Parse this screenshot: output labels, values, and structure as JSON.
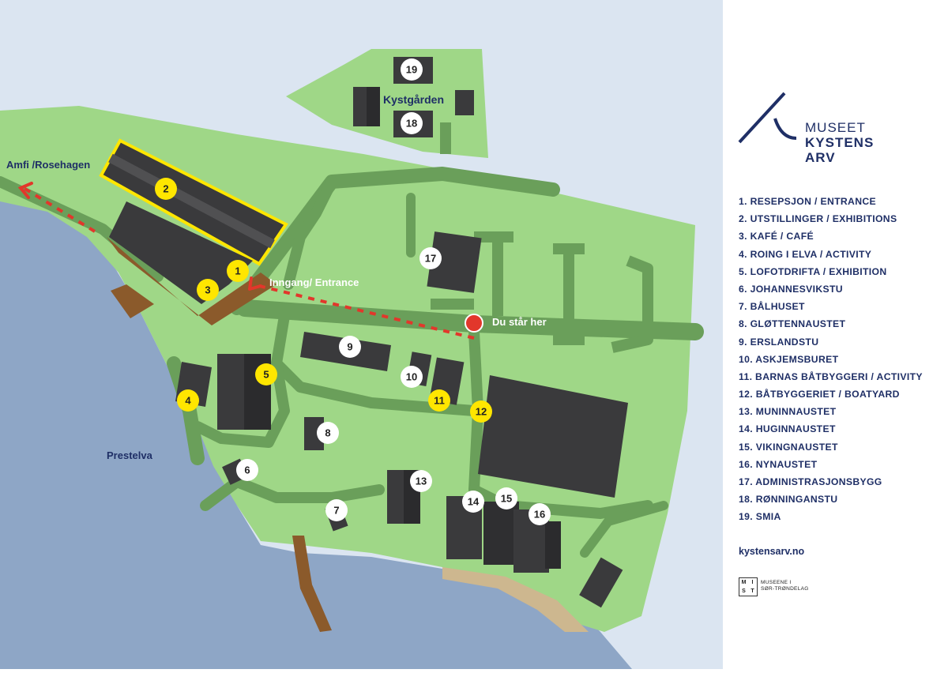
{
  "map": {
    "area_labels": {
      "kystgarden": "Kystgården",
      "amfi": "Amfi /Rosehagen",
      "entrance": "Inngang/ Entrance",
      "you_are_here": "Du står her",
      "river": "Prestelva"
    },
    "markers": [
      {
        "id": "1",
        "label": "1",
        "style": "yellow"
      },
      {
        "id": "2",
        "label": "2",
        "style": "yellow"
      },
      {
        "id": "3",
        "label": "3",
        "style": "yellow"
      },
      {
        "id": "4",
        "label": "4",
        "style": "yellow"
      },
      {
        "id": "5",
        "label": "5",
        "style": "yellow"
      },
      {
        "id": "6",
        "label": "6",
        "style": "white"
      },
      {
        "id": "7",
        "label": "7",
        "style": "white"
      },
      {
        "id": "8",
        "label": "8",
        "style": "white"
      },
      {
        "id": "9",
        "label": "9",
        "style": "white"
      },
      {
        "id": "10",
        "label": "10",
        "style": "white"
      },
      {
        "id": "11",
        "label": "11",
        "style": "yellow"
      },
      {
        "id": "12",
        "label": "12",
        "style": "yellow"
      },
      {
        "id": "13",
        "label": "13",
        "style": "white"
      },
      {
        "id": "14",
        "label": "14",
        "style": "white"
      },
      {
        "id": "15",
        "label": "15",
        "style": "white"
      },
      {
        "id": "16",
        "label": "16",
        "style": "white"
      },
      {
        "id": "17",
        "label": "17",
        "style": "white"
      },
      {
        "id": "18",
        "label": "18",
        "style": "white"
      },
      {
        "id": "19",
        "label": "19",
        "style": "white"
      }
    ],
    "colors": {
      "water_light": "#dbe5f1",
      "water_dark": "#8ea6c6",
      "grass": "#9fd787",
      "path": "#6a9f5a",
      "building": "#3a3a3c",
      "wood": "#8b5a2b",
      "highlight": "#ffe600",
      "route": "#e2372b",
      "text_navy": "#1f2f66"
    }
  },
  "panel": {
    "logo": {
      "line1": "MUSEET",
      "line2": "KYSTENS",
      "line3": "ARV"
    },
    "legend": [
      "1. RESEPSJON / ENTRANCE",
      "2. UTSTILLINGER / EXHIBITIONS",
      "3. KAFÉ / CAFÉ",
      "4. ROING I ELVA / ACTIVITY",
      "5. LOFOTDRIFTA / EXHIBITION",
      "6. JOHANNESVIKSTU",
      "7. BÅLHUSET",
      "8. GLØTTENNAUSTET",
      "9. ERSLANDSTU",
      "10. ASKJEMSBURET",
      "11. BARNAS BÅTBYGGERI / ACTIVITY",
      "12. BÅTBYGGERIET / BOATYARD",
      "13. MUNINNAUSTET",
      "14. HUGINNAUSTET",
      "15. VIKINGNAUSTET",
      "16. NYNAUSTET",
      "17. ADMINISTRASJONSBYGG",
      "18. RØNNINGANSTU",
      "19. SMIA"
    ],
    "website": "kystensarv.no",
    "mist": {
      "letters": [
        "M",
        "I",
        "S",
        "T"
      ],
      "line1": "MUSEENE I",
      "line2": "SØR-TRØNDELAG"
    }
  }
}
